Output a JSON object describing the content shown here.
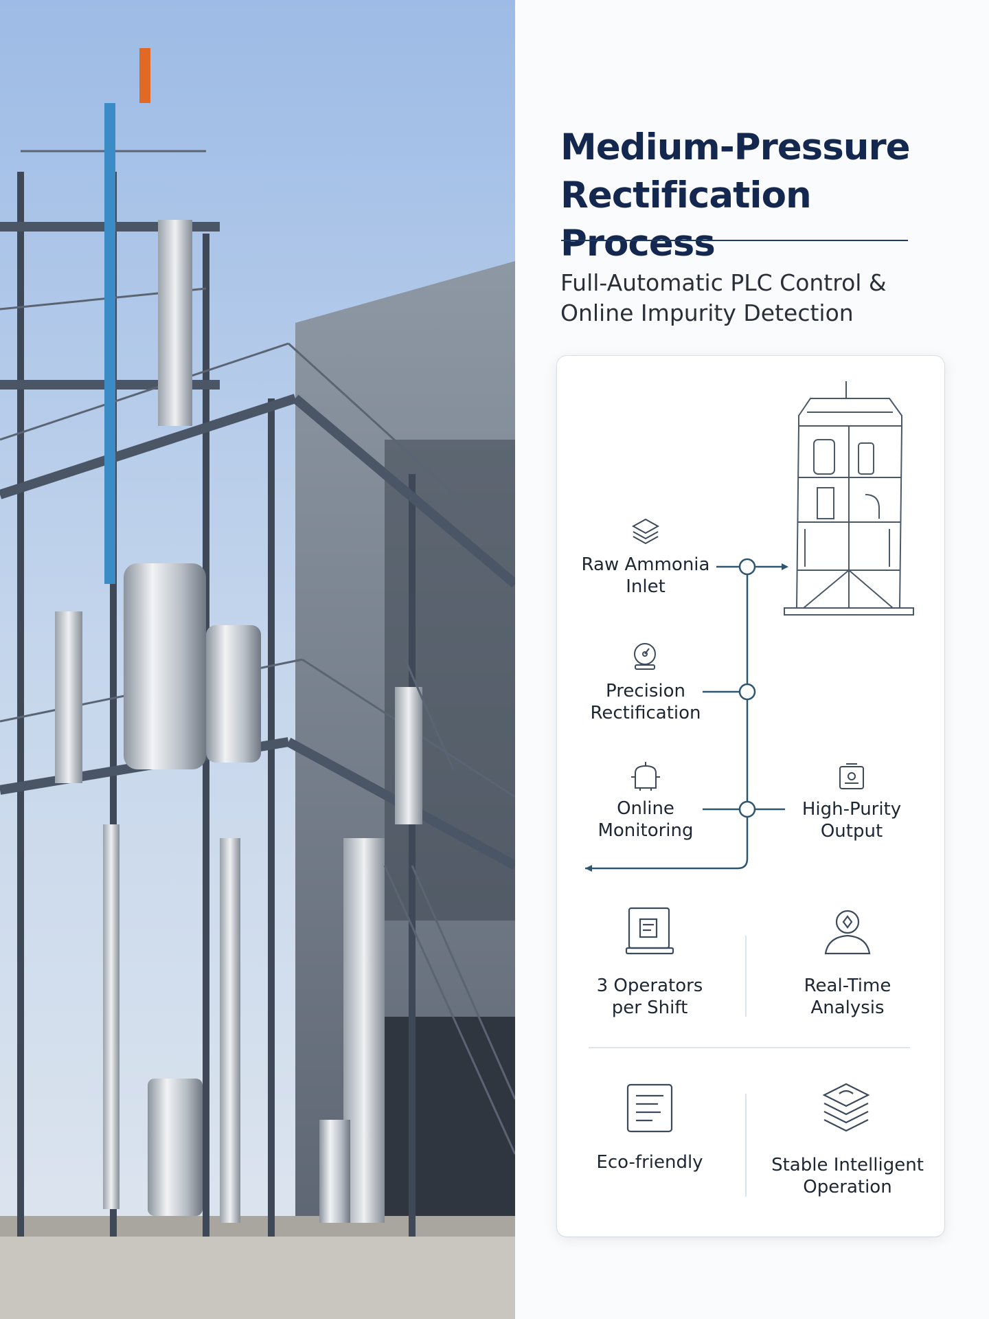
{
  "heading": {
    "title_line1": "Medium-Pressure",
    "title_line2": "Rectification Process",
    "subtitle_line1": "Full-Automatic PLC Control &",
    "subtitle_line2": "Online Impurity Detection"
  },
  "flow": {
    "steps": [
      {
        "line1": "Raw Ammonia",
        "line2": "Inlet",
        "icon": "layers-icon"
      },
      {
        "line1": "Precision",
        "line2": "Rectification",
        "icon": "gauge-icon"
      },
      {
        "line1": "Online",
        "line2": "Monitoring",
        "icon": "tank-icon"
      }
    ],
    "output": {
      "line1": "High-Purity",
      "line2": "Output",
      "icon": "container-icon"
    }
  },
  "features": [
    {
      "line1": "3 Operators",
      "line2": "per Shift",
      "icon": "control-panel-icon"
    },
    {
      "line1": "Real-Time",
      "line2": "Analysis",
      "icon": "operator-icon"
    },
    {
      "line1": "Eco-friendly",
      "line2": "",
      "icon": "document-icon"
    },
    {
      "line1": "Stable Intelligent",
      "line2": "Operation",
      "icon": "stacked-cycle-icon"
    }
  ],
  "colors": {
    "title": "#14284f",
    "line": "#2f5670",
    "sky_top": "#9dbbe6",
    "steel": "#4a5566"
  }
}
